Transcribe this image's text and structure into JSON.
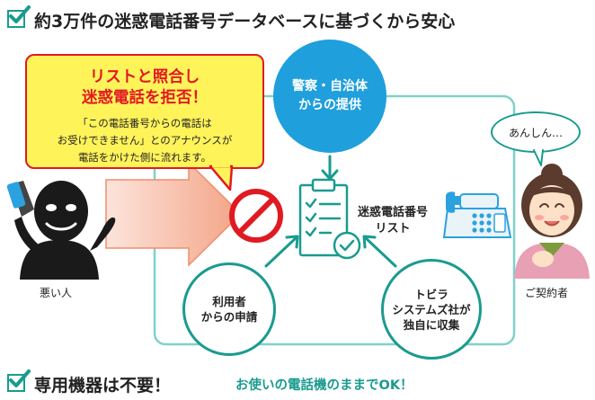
{
  "header": {
    "title": "約3万件の迷惑電話番号データベースに基づくから安心"
  },
  "callout": {
    "title_line1": "リストと照合し",
    "title_line2": "迷惑電話を拒否！",
    "body_line1": "「この電話番号からの電話は",
    "body_line2": "お受けできません」とのアナウンスが",
    "body_line3": "電話をかけた側に流れます。"
  },
  "police": {
    "line1": "警察・自治体",
    "line2": "からの提供"
  },
  "list": {
    "line1": "迷惑電話番号",
    "line2": "リスト"
  },
  "user_request": {
    "line1": "利用者",
    "line2": "からの申請"
  },
  "tobira": {
    "line1": "トビラ",
    "line2": "システムズ社が",
    "line3": "独自に収集"
  },
  "bubble": {
    "text": "あんしん…"
  },
  "bad_person": {
    "label": "悪い人"
  },
  "customer": {
    "label": "ご契約者"
  },
  "footer": {
    "title": "専用機器は不要！",
    "subtitle": "お使いの電話機のままでOK！"
  },
  "colors": {
    "teal": "#1a9b8f",
    "red": "#e01a22",
    "yellow": "#fff35a",
    "blue": "#1f9fdc"
  }
}
